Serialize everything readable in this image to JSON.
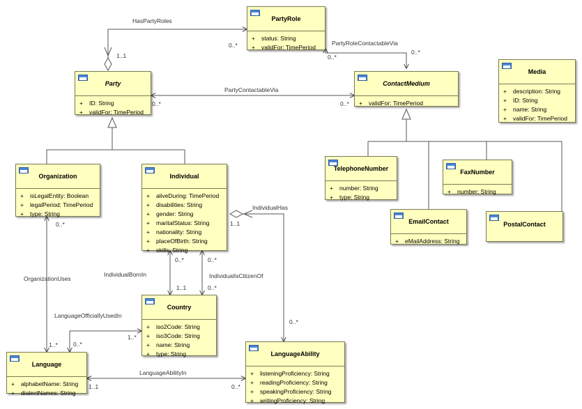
{
  "classes": {
    "party_role": {
      "name": "PartyRole",
      "attrs": [
        {
          "vis": "+",
          "text": "status: String"
        },
        {
          "vis": "+",
          "text": "validFor: TimePeriod"
        }
      ]
    },
    "party": {
      "name": "Party",
      "attrs": [
        {
          "vis": "+",
          "text": "ID: String"
        },
        {
          "vis": "+",
          "text": "validFor: TimePeriod"
        }
      ]
    },
    "contact_medium": {
      "name": "ContactMedium",
      "attrs": [
        {
          "vis": "+",
          "text": "validFor: TimePeriod"
        }
      ]
    },
    "media": {
      "name": "Media",
      "attrs": [
        {
          "vis": "+",
          "text": "description: String"
        },
        {
          "vis": "+",
          "text": "ID: String"
        },
        {
          "vis": "+",
          "text": "name: String"
        },
        {
          "vis": "+",
          "text": "validFor: TimePeriod"
        }
      ]
    },
    "telephone_number": {
      "name": "TelephoneNumber",
      "attrs": [
        {
          "vis": "+",
          "text": "number: String"
        },
        {
          "vis": "+",
          "text": "type: String"
        }
      ]
    },
    "fax_number": {
      "name": "FaxNumber",
      "attrs": [
        {
          "vis": "+",
          "text": "number: String"
        }
      ]
    },
    "email_contact": {
      "name": "EmailContact",
      "attrs": [
        {
          "vis": "+",
          "text": "eMailAddress: String"
        }
      ]
    },
    "postal_contact": {
      "name": "PostalContact",
      "attrs": []
    },
    "organization": {
      "name": "Organization",
      "attrs": [
        {
          "vis": "+",
          "text": "isLegalEntity: Boolean"
        },
        {
          "vis": "+",
          "text": "legalPeriod: TimePeriod"
        },
        {
          "vis": "+",
          "text": "type: String"
        }
      ]
    },
    "individual": {
      "name": "Individual",
      "attrs": [
        {
          "vis": "+",
          "text": "aliveDuring: TimePeriod"
        },
        {
          "vis": "+",
          "text": "disabilities: String"
        },
        {
          "vis": "+",
          "text": "gender: String"
        },
        {
          "vis": "+",
          "text": "maritalStatus: String"
        },
        {
          "vis": "+",
          "text": "nationality: String"
        },
        {
          "vis": "+",
          "text": "placeOfBirth: String"
        },
        {
          "vis": "+",
          "text": "skills: String"
        }
      ]
    },
    "country": {
      "name": "Country",
      "attrs": [
        {
          "vis": "+",
          "text": "iso2Code: String"
        },
        {
          "vis": "+",
          "text": "iso3Code: String"
        },
        {
          "vis": "+",
          "text": "name: String"
        },
        {
          "vis": "+",
          "text": "type: String"
        }
      ]
    },
    "language": {
      "name": "Language",
      "attrs": [
        {
          "vis": "+",
          "text": "alphabetName: String"
        },
        {
          "vis": "+",
          "text": "dialectNames: String"
        }
      ]
    },
    "language_ability": {
      "name": "LanguageAbility",
      "attrs": [
        {
          "vis": "+",
          "text": "listeningProficiency: String"
        },
        {
          "vis": "+",
          "text": "readingProficiency: String"
        },
        {
          "vis": "+",
          "text": "speakingProficiency: String"
        },
        {
          "vis": "+",
          "text": "writingProficiency: String"
        }
      ]
    }
  },
  "relations": {
    "has_party_roles": "HasPartyRoles",
    "party_role_contactable_via": "PartyRoleContactableVia",
    "party_contactable_via": "PartyContactableVia",
    "individual_has": "IndividualHas",
    "organization_uses": "OrganizationUses",
    "individual_born_in": "IndividualBornIn",
    "individual_is_citizen_of": "IndividualIsCitizenOf",
    "language_officially_used_in": "LanguageOfficiallyUsedIn",
    "language_ability_in": "LanguageAbilityIn"
  },
  "multiplicities": {
    "hpr_party": "1..1",
    "hpr_role": "0..*",
    "prcv_role": "0..*",
    "prcv_medium": "0..*",
    "pcv_party": "0..*",
    "pcv_medium": "0..*",
    "ih_individual": "1..1",
    "ih_ability": "0..*",
    "ou_org": "0..*",
    "ou_lang": "1..*",
    "ibi_individual": "0..*",
    "ibi_country": "1..1",
    "ico_individual": "0..*",
    "ico_country": "0..*",
    "louin_lang": "0..*",
    "louin_country": "1..*",
    "lai_lang": "1..1",
    "lai_ability": "0..*"
  }
}
